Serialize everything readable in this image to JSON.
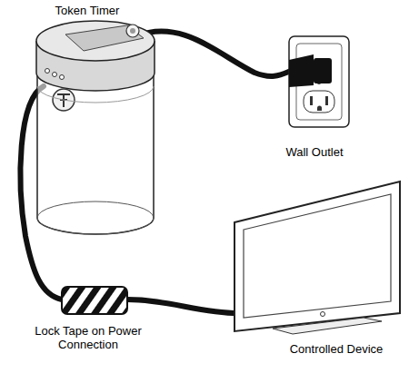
{
  "diagram": {
    "labels": [
      "Token Timer",
      "Wall Outlet",
      "Lock Tape on Power Connection",
      "Controlled Device"
    ]
  }
}
